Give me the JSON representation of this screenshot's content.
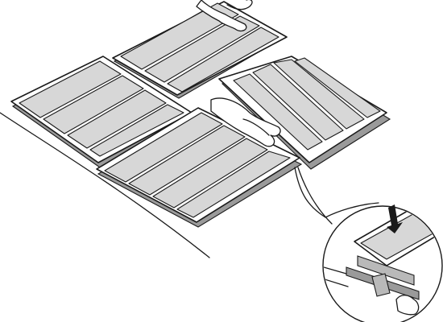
{
  "diagram": {
    "tiles": [
      {
        "id": "tile-upper",
        "slats": 4
      },
      {
        "id": "tile-left",
        "slats": 4
      },
      {
        "id": "tile-right",
        "slats": 4
      },
      {
        "id": "tile-front",
        "slats": 4
      }
    ],
    "hands": [
      "hand-top",
      "hand-middle",
      "hand-detail"
    ],
    "detail_callout": {
      "shows": "clip-connection",
      "arrow": "down-arrow-icon"
    },
    "colors": {
      "ink": "#1a1a1a",
      "slat": "#d7d7d7",
      "base": "#9a9a9a",
      "paper": "#ffffff"
    }
  }
}
